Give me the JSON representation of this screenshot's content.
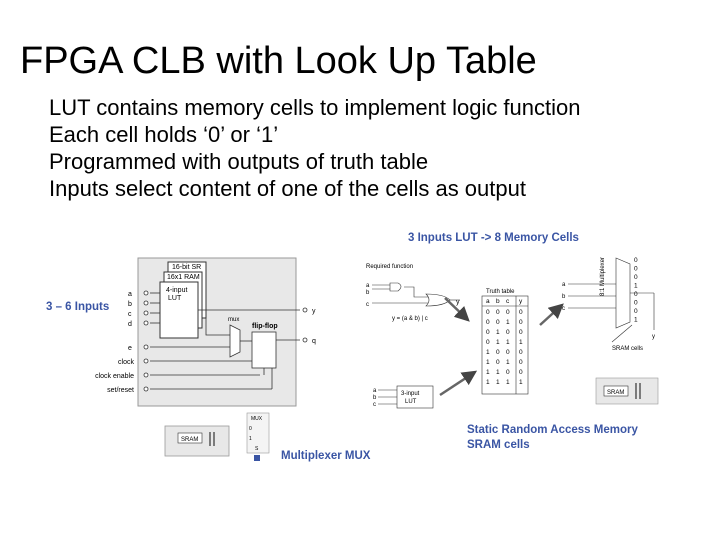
{
  "slide": {
    "title": "FPGA CLB with Look Up Table",
    "bullets": [
      "LUT contains memory cells to implement logic function",
      "Each cell holds ‘0’ or ‘1’",
      "Programmed with outputs of truth table",
      "Inputs select content of one of the cells as output"
    ]
  },
  "annotations": {
    "lut_memory": "3 Inputs LUT -> 8 Memory Cells",
    "inputs": "3 – 6 Inputs",
    "mux": "Multiplexer MUX",
    "sram_line1": "Static Random Access Memory",
    "sram_line2": "SRAM cells"
  },
  "clb_block": {
    "sr_label": "16-bit SR",
    "ram_label": "16x1 RAM",
    "lut_label_1": "4-input",
    "lut_label_2": "LUT",
    "mux_label": "mux",
    "flipflop_label": "flip-flop",
    "inputs": [
      "a",
      "b",
      "c",
      "d",
      "e"
    ],
    "signals": [
      "clock",
      "clock enable",
      "set/reset"
    ],
    "outputs": [
      "y",
      "q"
    ]
  },
  "mux_detail": {
    "header": "MUX",
    "inputs": [
      "0",
      "1"
    ],
    "select": "S",
    "sram": "SRAM"
  },
  "truth_table_panel": {
    "required_function": "Required function",
    "truth_table_title": "Truth table",
    "columns": [
      "a",
      "b",
      "c",
      "y"
    ],
    "rows": [
      [
        "0",
        "0",
        "0",
        "0"
      ],
      [
        "0",
        "0",
        "1",
        "0"
      ],
      [
        "0",
        "1",
        "0",
        "0"
      ],
      [
        "0",
        "1",
        "1",
        "1"
      ],
      [
        "1",
        "0",
        "0",
        "0"
      ],
      [
        "1",
        "0",
        "1",
        "0"
      ],
      [
        "1",
        "1",
        "0",
        "0"
      ],
      [
        "1",
        "1",
        "1",
        "1"
      ]
    ],
    "expression": "y = (a & b) | c",
    "lut_box_1": "3-input",
    "lut_box_2": "LUT",
    "sram_cells_label": "SRAM cells",
    "selector_label": "8:1 Multiplexer",
    "lut_values": [
      "0",
      "0",
      "0",
      "1",
      "0",
      "0",
      "0",
      "1"
    ],
    "sram_box": "SRAM",
    "gate_inputs": [
      "a",
      "b",
      "c"
    ],
    "output": "y"
  }
}
